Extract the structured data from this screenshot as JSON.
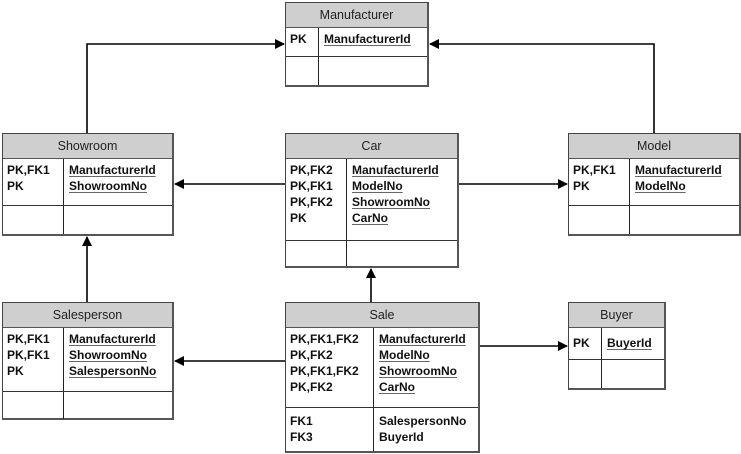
{
  "diagram": {
    "type": "entity-relationship",
    "entities": {
      "manufacturer": {
        "name": "Manufacturer",
        "sections": [
          {
            "keys": [
              "PK"
            ],
            "attributes": [
              "ManufacturerId"
            ],
            "underlined": true
          },
          {
            "keys": [],
            "attributes": [],
            "underlined": false
          }
        ]
      },
      "showroom": {
        "name": "Showroom",
        "sections": [
          {
            "keys": [
              "PK,FK1",
              "PK"
            ],
            "attributes": [
              "ManufacturerId",
              "ShowroomNo"
            ],
            "underlined": true
          },
          {
            "keys": [],
            "attributes": [],
            "underlined": false
          }
        ]
      },
      "car": {
        "name": "Car",
        "sections": [
          {
            "keys": [
              "PK,FK2",
              "PK,FK1",
              "PK,FK2",
              "PK"
            ],
            "attributes": [
              "ManufacturerId",
              "ModelNo",
              "ShowroomNo",
              "CarNo"
            ],
            "underlined": true
          },
          {
            "keys": [],
            "attributes": [],
            "underlined": false
          }
        ]
      },
      "model": {
        "name": "Model",
        "sections": [
          {
            "keys": [
              "PK,FK1",
              "PK"
            ],
            "attributes": [
              "ManufacturerId",
              "ModelNo"
            ],
            "underlined": true
          },
          {
            "keys": [],
            "attributes": [],
            "underlined": false
          }
        ]
      },
      "salesperson": {
        "name": "Salesperson",
        "sections": [
          {
            "keys": [
              "PK,FK1",
              "PK,FK1",
              "PK"
            ],
            "attributes": [
              "ManufacturerId",
              "ShowroomNo",
              "SalespersonNo"
            ],
            "underlined": true
          },
          {
            "keys": [],
            "attributes": [],
            "underlined": false
          }
        ]
      },
      "sale": {
        "name": "Sale",
        "sections": [
          {
            "keys": [
              "PK,FK1,FK2",
              "PK,FK2",
              "PK,FK1,FK2",
              "PK,FK2"
            ],
            "attributes": [
              "ManufacturerId",
              "ModelNo",
              "ShowroomNo",
              "CarNo"
            ],
            "underlined": true
          },
          {
            "keys": [
              "FK1",
              "FK3"
            ],
            "attributes": [
              "SalespersonNo",
              "BuyerId"
            ],
            "underlined": false
          }
        ]
      },
      "buyer": {
        "name": "Buyer",
        "sections": [
          {
            "keys": [
              "PK"
            ],
            "attributes": [
              "BuyerId"
            ],
            "underlined": true
          },
          {
            "keys": [],
            "attributes": [],
            "underlined": false
          }
        ]
      }
    },
    "relationships": [
      {
        "from": "Showroom",
        "to": "Manufacturer"
      },
      {
        "from": "Model",
        "to": "Manufacturer"
      },
      {
        "from": "Car",
        "to": "Showroom"
      },
      {
        "from": "Car",
        "to": "Model"
      },
      {
        "from": "Salesperson",
        "to": "Showroom"
      },
      {
        "from": "Sale",
        "to": "Car"
      },
      {
        "from": "Sale",
        "to": "Salesperson"
      },
      {
        "from": "Sale",
        "to": "Buyer"
      }
    ]
  }
}
